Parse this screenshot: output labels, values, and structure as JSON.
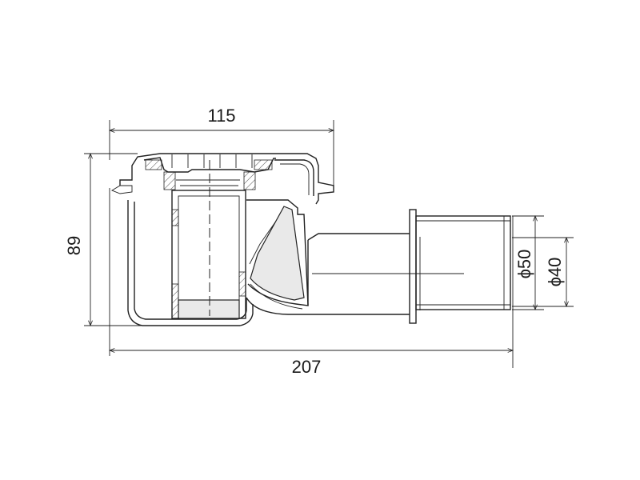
{
  "dimensions": {
    "width_top": "115",
    "height_left": "89",
    "width_total": "207",
    "outlet_outer": "ϕ50",
    "outlet_inner": "ϕ40"
  }
}
